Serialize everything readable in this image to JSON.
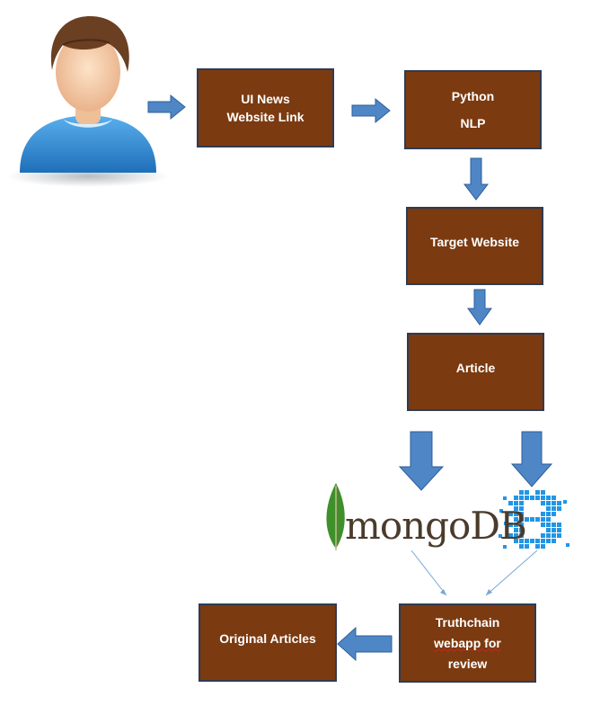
{
  "nodes": {
    "ui_news": {
      "line1": "UI News",
      "line2": "Website Link"
    },
    "python_nlp": {
      "line1": "Python",
      "line2": "NLP"
    },
    "target_website": {
      "label": "Target Website"
    },
    "article": {
      "label": "Article"
    },
    "truthchain": {
      "line1": "Truthchain",
      "line2": "webapp for",
      "line3": "review"
    },
    "original_articles": {
      "label": "Original Articles"
    }
  },
  "logos": {
    "mongodb": {
      "text": "mongoDB",
      "icon": "mongodb-leaf-icon"
    },
    "blockchain": {
      "icon": "blockchain-b-icon"
    }
  },
  "user": {
    "icon": "user-avatar-icon"
  },
  "colors": {
    "box_fill": "#7b3a10",
    "box_border": "#2f3b52",
    "arrow_fill": "#4f86c6",
    "arrow_stroke": "#2e5f99",
    "connector": "#7aa6d6",
    "blockchain_blue": "#2196e6"
  }
}
